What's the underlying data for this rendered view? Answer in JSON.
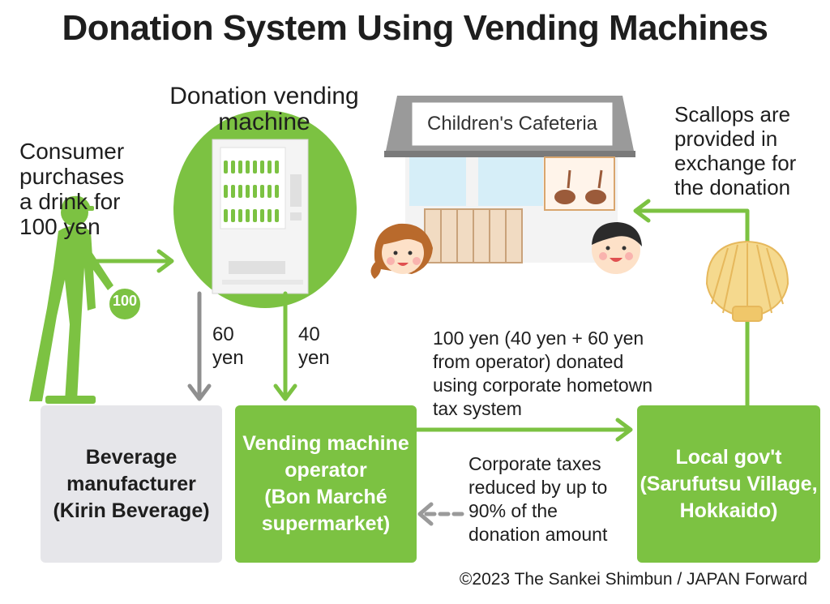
{
  "title": "Donation System Using Vending Machines",
  "labels": {
    "vending_machine": "Donation vending\nmachine",
    "consumer": "Consumer\npurchases\na drink for\n100 yen",
    "coin": "100",
    "cafeteria_sign": "Children's Cafeteria",
    "scallops": "Scallops are\nprovided in\nexchange for\nthe donation",
    "sixty_yen": "60\nyen",
    "forty_yen": "40\nyen",
    "donation_flow": "100 yen (40 yen + 60 yen\nfrom operator) donated\nusing corporate hometown\ntax system",
    "tax_reduction": "Corporate taxes\nreduced by up to\n90% of the\ndonation amount"
  },
  "boxes": {
    "manufacturer": "Beverage\nmanufacturer\n(Kirin Beverage)",
    "operator": "Vending machine\noperator\n(Bon Marché\nsupermarket)",
    "local_gov": "Local gov't\n(Sarufutsu Village,\nHokkaido)"
  },
  "credit": "©2023 The Sankei Shimbun / JAPAN Forward",
  "colors": {
    "green": "#7cc242",
    "grey_arrow": "#8f8f8f",
    "grey_box": "#e6e6ea",
    "title": "#1e1e1e"
  }
}
